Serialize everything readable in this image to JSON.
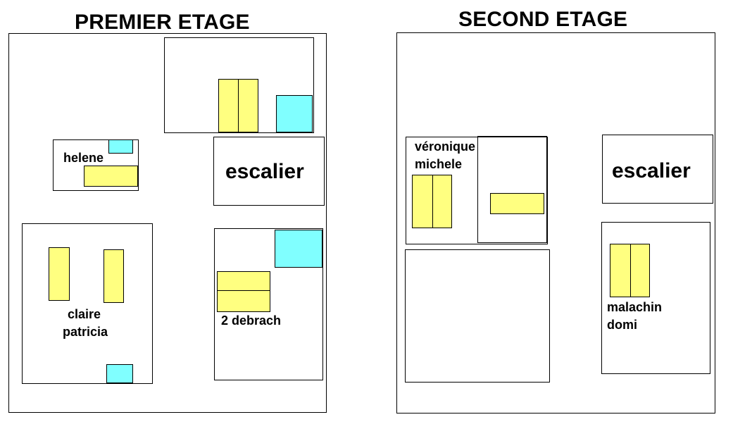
{
  "floors": [
    {
      "title": "PREMIER ETAGE",
      "labels": {
        "helene": "helene",
        "escalier": "escalier",
        "claire": "claire",
        "patricia": "patricia",
        "debrach": "2 debrach"
      }
    },
    {
      "title": "SECOND ETAGE",
      "labels": {
        "veronique": "véronique",
        "michele": "michele",
        "escalier": "escalier",
        "malachin": "malachin",
        "domi": "domi"
      }
    }
  ],
  "colors": {
    "bed": "#ffff80",
    "desk": "#80ffff",
    "outline": "#000000",
    "background": "#ffffff"
  }
}
